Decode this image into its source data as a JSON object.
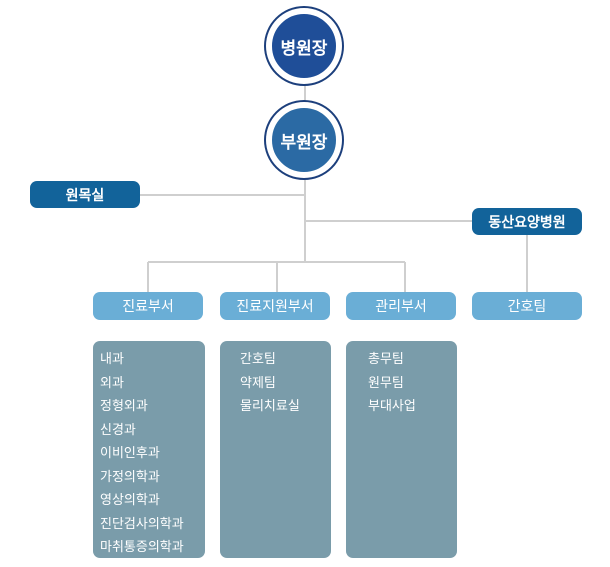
{
  "org": {
    "top": "병원장",
    "vice": "부원장",
    "side_left": "원목실",
    "side_right": "동산요양병원",
    "departments": [
      {
        "name": "진료부서",
        "items": [
          "내과",
          "외과",
          "정형외과",
          "신경과",
          "이비인후과",
          "가정의학과",
          "영상의학과",
          "진단검사의학과",
          "마취통증의학과"
        ]
      },
      {
        "name": "진료지원부서",
        "items": [
          "간호팀",
          "약제팀",
          "물리치료실"
        ]
      },
      {
        "name": "관리부서",
        "items": [
          "총무팀",
          "원무팀",
          "부대사업"
        ]
      }
    ],
    "right_child": "간호팀"
  },
  "colors": {
    "circle_top": "#1f4e98",
    "circle_mid": "#2b6aa4",
    "dark_box": "#12639a",
    "light_box": "#6aaed6",
    "panel": "#7a9caa",
    "line": "#cccccc"
  }
}
